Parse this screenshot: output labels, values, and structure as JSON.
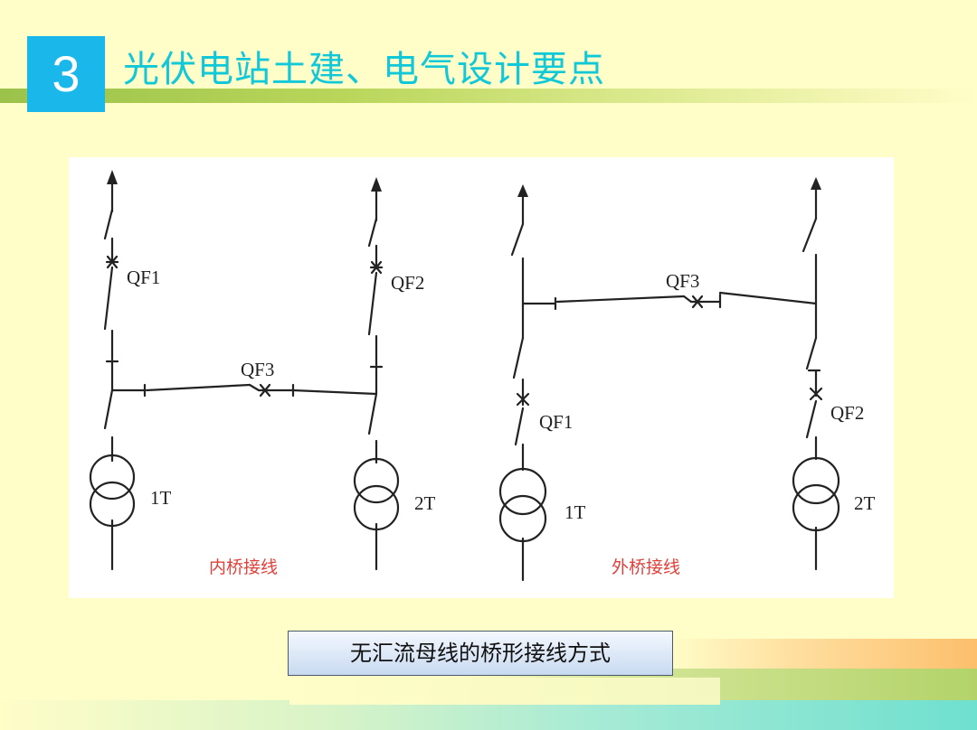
{
  "header": {
    "section_number": "3",
    "title": "光伏电站土建、电气设计要点"
  },
  "diagram": {
    "inner": {
      "qf1": "QF1",
      "qf2": "QF2",
      "qf3": "QF3",
      "t1": "1T",
      "t2": "2T",
      "caption": "内桥接线"
    },
    "outer": {
      "qf1": "QF1",
      "qf2": "QF2",
      "qf3": "QF3",
      "t1": "1T",
      "t2": "2T",
      "caption": "外桥接线"
    }
  },
  "caption": "无汇流母线的桥形接线方式"
}
